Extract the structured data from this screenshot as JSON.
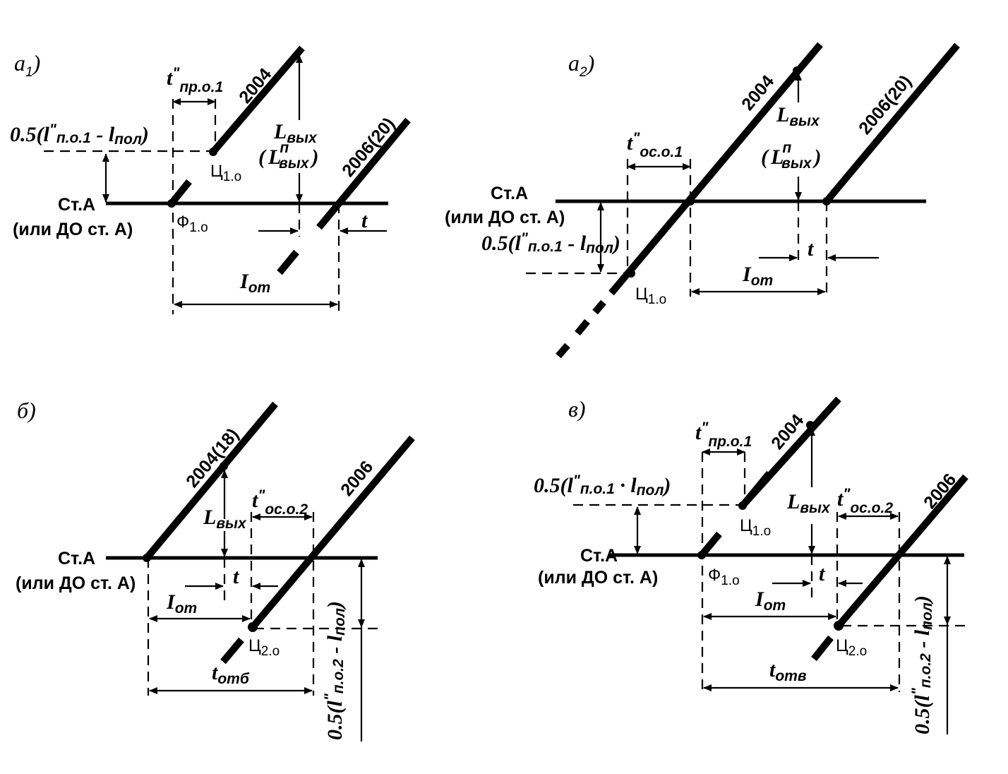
{
  "figure": {
    "panels": [
      {
        "id": "a1",
        "label": "a",
        "label_sub": "1",
        "label_close": ")",
        "station": "Ст.А",
        "station_alt": "(или ДО ст. А)",
        "train1": "2004",
        "train2": "2006(20)",
        "node1": "Ц",
        "node1_sub": "1.о",
        "node2": "Ф",
        "node2_sub": "1.о",
        "t_main": "t",
        "t_prime": "\"",
        "t_sub": "пр.о.1",
        "half_len_prefix": "0.5(",
        "half_len_l": "l",
        "half_len_prime": "\"",
        "half_len_sub1": "п.о.1",
        "half_len_minus": " - ",
        "half_len_l2": "l",
        "half_len_sub2": "пол",
        "half_len_close": ")",
        "lvyh": "L",
        "lvyh_sub": "вых",
        "lvyh_p_open": "(",
        "lvyh_p": "L",
        "lvyh_p_sup": "п",
        "lvyh_p_sub": "вых",
        "lvyh_p_close": ")",
        "t_gap": "t",
        "i_ot": "I",
        "i_ot_sub": "от"
      },
      {
        "id": "a2",
        "label": "a",
        "label_sub": "2",
        "label_close": ")",
        "station": "Ст.А",
        "station_alt": "(или ДО ст. А)",
        "train1": "2004",
        "train2": "2006(20)",
        "node1": "Ц",
        "node1_sub": "1.о",
        "t_main": "t",
        "t_prime": "\"",
        "t_sub": "ос.о.1",
        "half_len_prefix": "0.5(",
        "half_len_l": "l",
        "half_len_prime": "\"",
        "half_len_sub1": "п.о.1",
        "half_len_minus": " - ",
        "half_len_l2": "l",
        "half_len_sub2": "пол",
        "half_len_close": ")",
        "lvyh": "L",
        "lvyh_sub": "вых",
        "lvyh_p_open": "(",
        "lvyh_p": "L",
        "lvyh_p_sup": "п",
        "lvyh_p_sub": "вых",
        "lvyh_p_close": ")",
        "t_gap": "t",
        "i_ot": "I",
        "i_ot_sub": "от"
      },
      {
        "id": "b",
        "label": "б)",
        "station": "Ст.А",
        "station_alt": "(или ДО ст. А)",
        "train1": "2004(18)",
        "train2": "2006",
        "node1": "Ц",
        "node1_sub": "2.о",
        "t_main": "t",
        "t_prime": "\"",
        "t_sub": "ос.о.2",
        "lvyh": "L",
        "lvyh_sub": "вых",
        "t_gap": "t",
        "i_ot": "I",
        "i_ot_sub": "от",
        "t_otb": "t",
        "t_otb_sub": "отб",
        "half_len_v": "0.5(l\"п.о.2 - lпол)",
        "half_len_prefix": "0.5(",
        "half_len_l": "l",
        "half_len_prime": "\"",
        "half_len_sub1": "п.о.2",
        "half_len_minus": " - ",
        "half_len_l2": "l",
        "half_len_sub2": "пол",
        "half_len_close": ")"
      },
      {
        "id": "v",
        "label": "в)",
        "station": "Ст.А",
        "station_alt": "(или ДО ст. А)",
        "train1": "2004",
        "train2": "2006",
        "node1": "Ц",
        "node1_sub": "1.о",
        "node2": "Ф",
        "node2_sub": "1.о",
        "node3": "Ц",
        "node3_sub": "2.о",
        "t_main": "t",
        "t_prime": "\"",
        "t_sub": "пр.о.1",
        "t2_main": "t",
        "t2_prime": "\"",
        "t2_sub": "ос.о.2",
        "half_len_prefix": "0.5(",
        "half_len_l": "l",
        "half_len_prime": "\"",
        "half_len_sub1": "п.о.1",
        "half_len_minus": " · ",
        "half_len_l2": "l",
        "half_len_sub2": "пол",
        "half_len_close": ")",
        "lvyh": "L",
        "lvyh_sub": "вых",
        "t_gap": "t",
        "i_ot": "I",
        "i_ot_sub": "от",
        "t_otv": "t",
        "t_otv_sub": "отв",
        "half2_prefix": "0.5(",
        "half2_l": "l",
        "half2_prime": "\"",
        "half2_sub1": "п.о.2",
        "half2_minus": " - ",
        "half2_l2": "l",
        "half2_sub2": "пол",
        "half2_close": ")"
      }
    ]
  }
}
